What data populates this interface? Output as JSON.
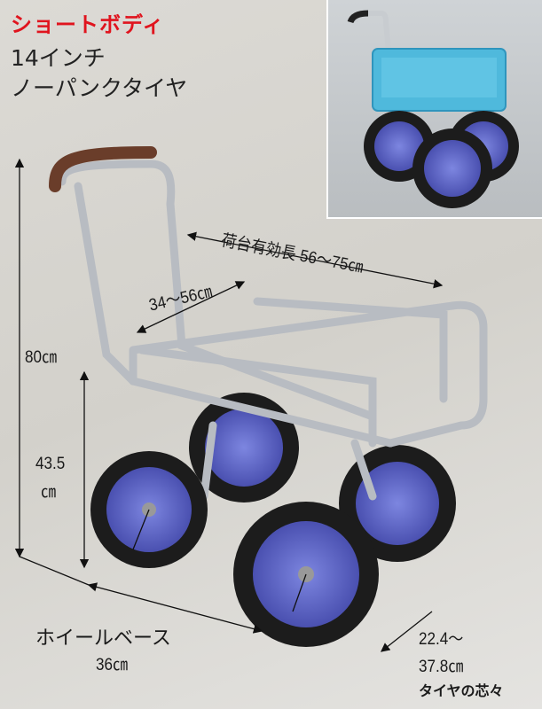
{
  "heading": {
    "model": "ショートボディ",
    "tire_size": "14インチ",
    "tire_type": "ノーパンクタイヤ"
  },
  "dimensions": {
    "bed_length": "荷台有効長 56〜75㎝",
    "bed_width": "34〜56㎝",
    "height": "80㎝",
    "bed_height_value": "43.5",
    "bed_height_unit": "㎝",
    "wheelbase_label": "ホイールベース",
    "wheelbase_value": "36㎝",
    "tread_range_a": "22.4〜",
    "tread_range_b": "37.8㎝",
    "tread_label": "タイヤの芯々"
  },
  "colors": {
    "accent": "#e0141e",
    "wheel": "#5a63c8",
    "crate": "#4fb9dc"
  }
}
